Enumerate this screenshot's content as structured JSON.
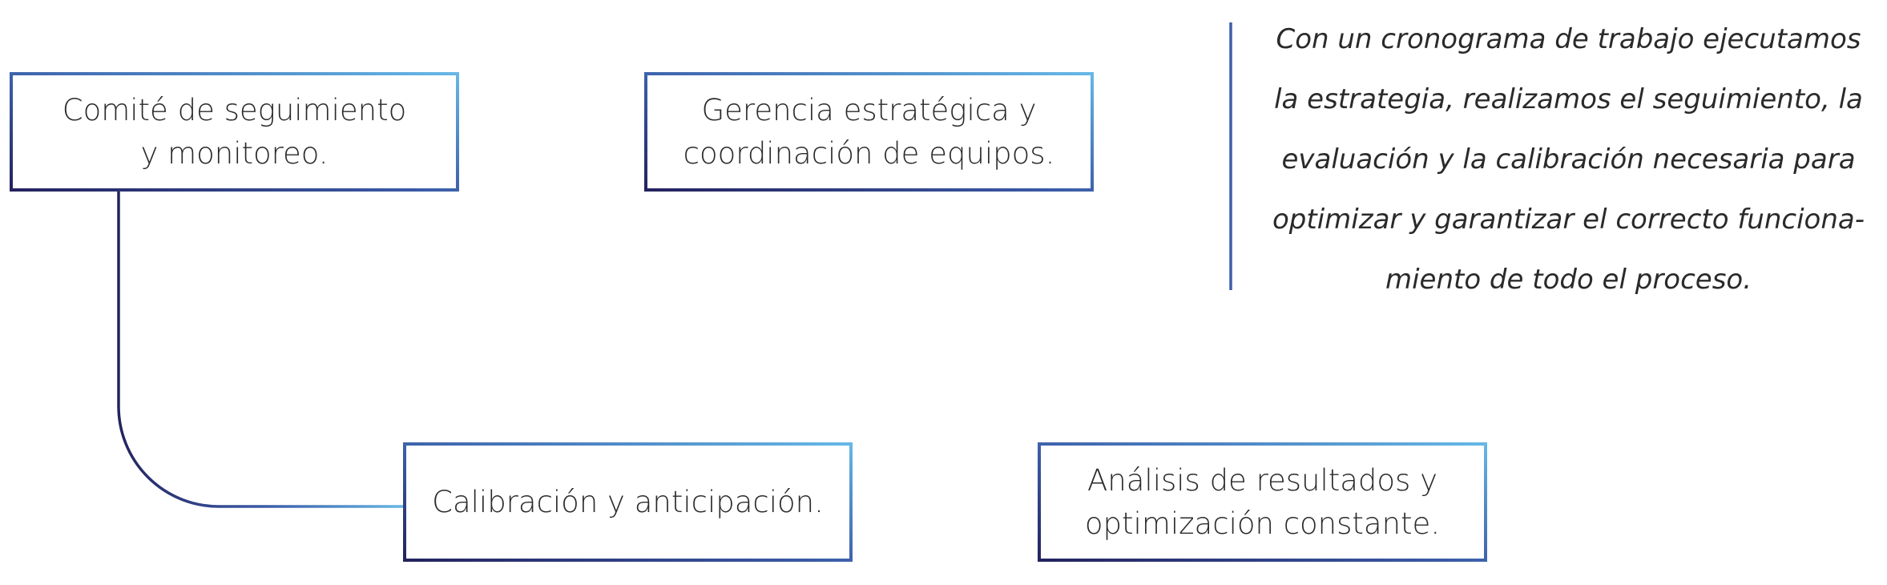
{
  "colors": {
    "dark": "#24235e",
    "light": "#66b8e6",
    "text": "#2a2a2a"
  },
  "boxes": {
    "committee": [
      "Comité de seguimiento",
      "y monitoreo."
    ],
    "management": [
      "Gerencia estratégica y",
      "coordinación de equipos."
    ],
    "calibration": [
      "Calibración y anticipación."
    ],
    "analysis": [
      "Análisis de resultados y",
      "optimización constante."
    ]
  },
  "description": [
    "Con un cronograma de trabajo ejecutamos",
    "la estrategia,  realizamos el seguimiento, la",
    "evaluación y la calibración necesaria para",
    "optimizar y garantizar el correcto funciona-",
    "miento de todo el proceso."
  ]
}
